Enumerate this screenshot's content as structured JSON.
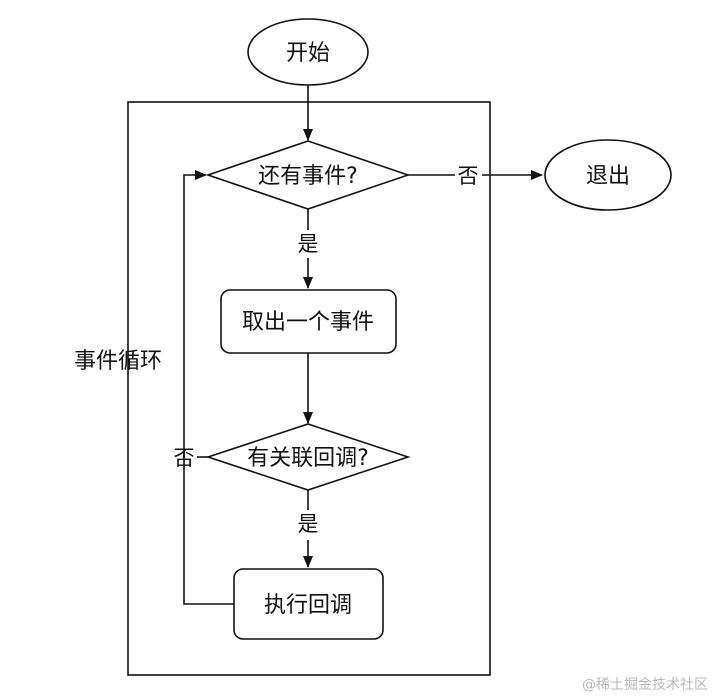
{
  "diagram": {
    "loop_label": "事件循环",
    "nodes": {
      "start": "开始",
      "exit": "退出",
      "has_event": "还有事件?",
      "take_event": "取出一个事件",
      "has_callback": "有关联回调?",
      "run_callback": "执行回调"
    },
    "edges": {
      "has_event_no": "否",
      "has_event_yes": "是",
      "has_callback_no": "否",
      "has_callback_yes": "是"
    }
  },
  "watermark": "@稀土掘金技术社区"
}
